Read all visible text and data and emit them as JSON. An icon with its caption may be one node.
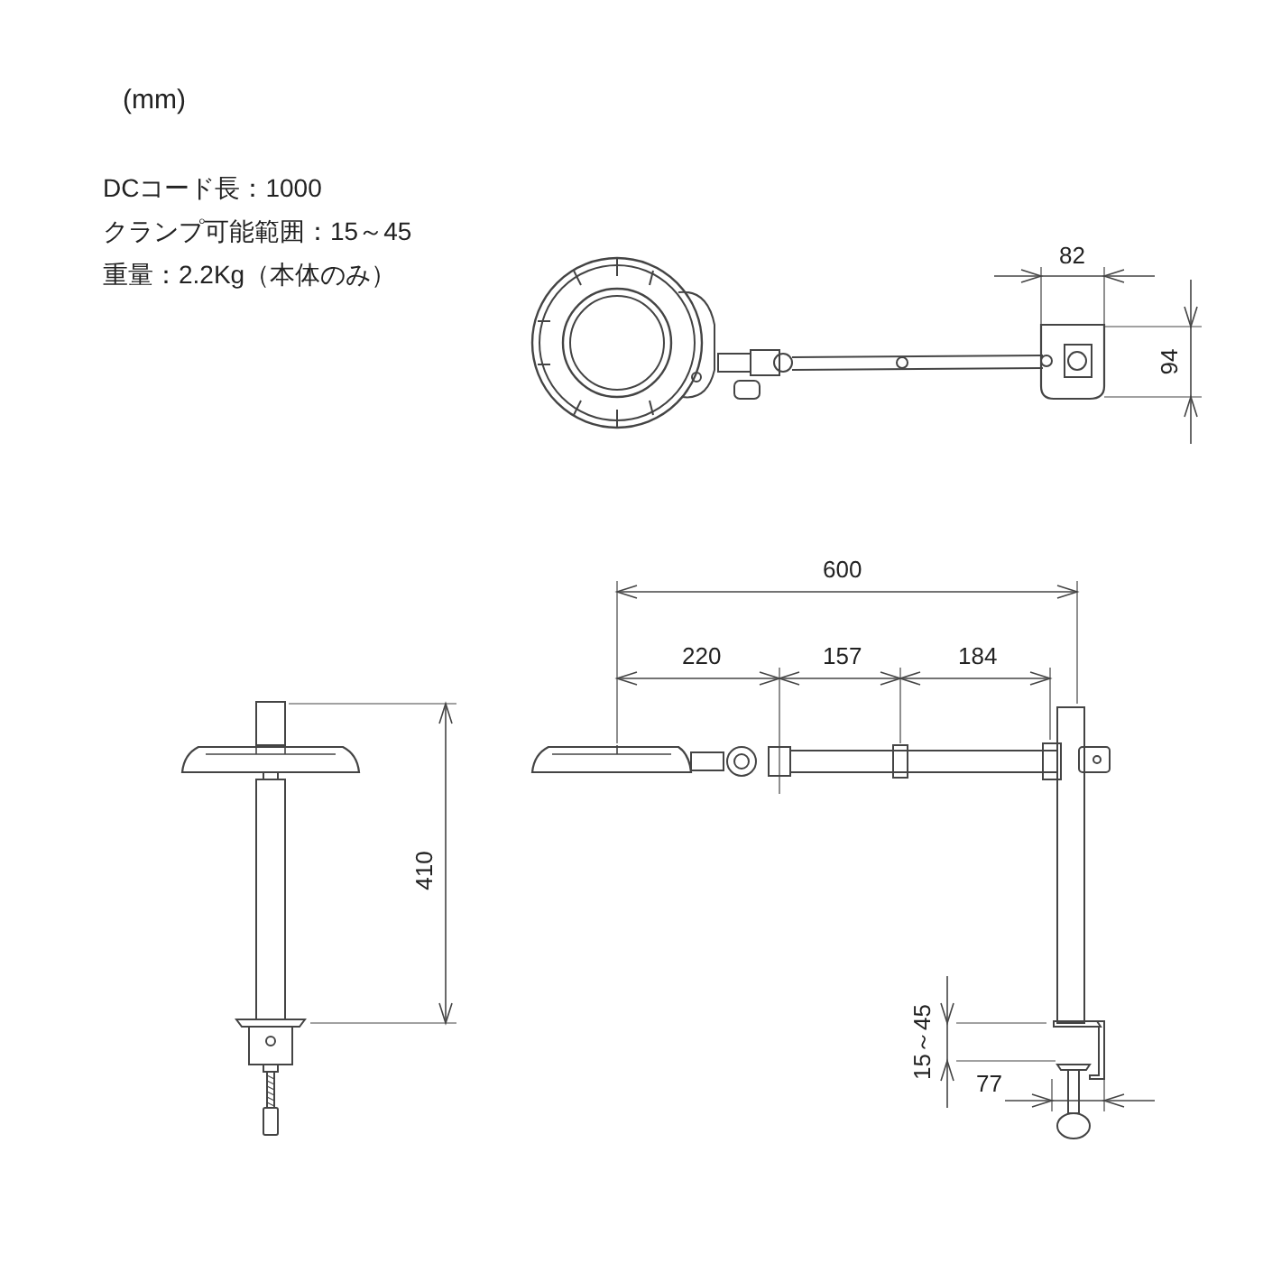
{
  "diagram": {
    "labels": [
      "(mm)",
      "DCコード長：1000",
      "クランプ可能範囲：15～45",
      "重量：2.2Kg（本体のみ）",
      "82",
      "94",
      "600",
      "220",
      "157",
      "184",
      "410",
      "15～45",
      "77"
    ]
  }
}
